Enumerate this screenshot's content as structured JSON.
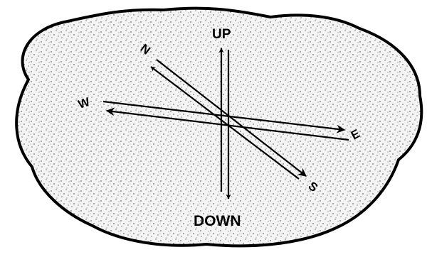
{
  "diagram": {
    "labels": {
      "up": "UP",
      "down": "DOWN",
      "north": "N",
      "south": "S",
      "east": "E",
      "west": "W"
    },
    "colors": {
      "ink": "#000000",
      "fill": "#f4f4f4",
      "speckle": "#333333"
    }
  }
}
